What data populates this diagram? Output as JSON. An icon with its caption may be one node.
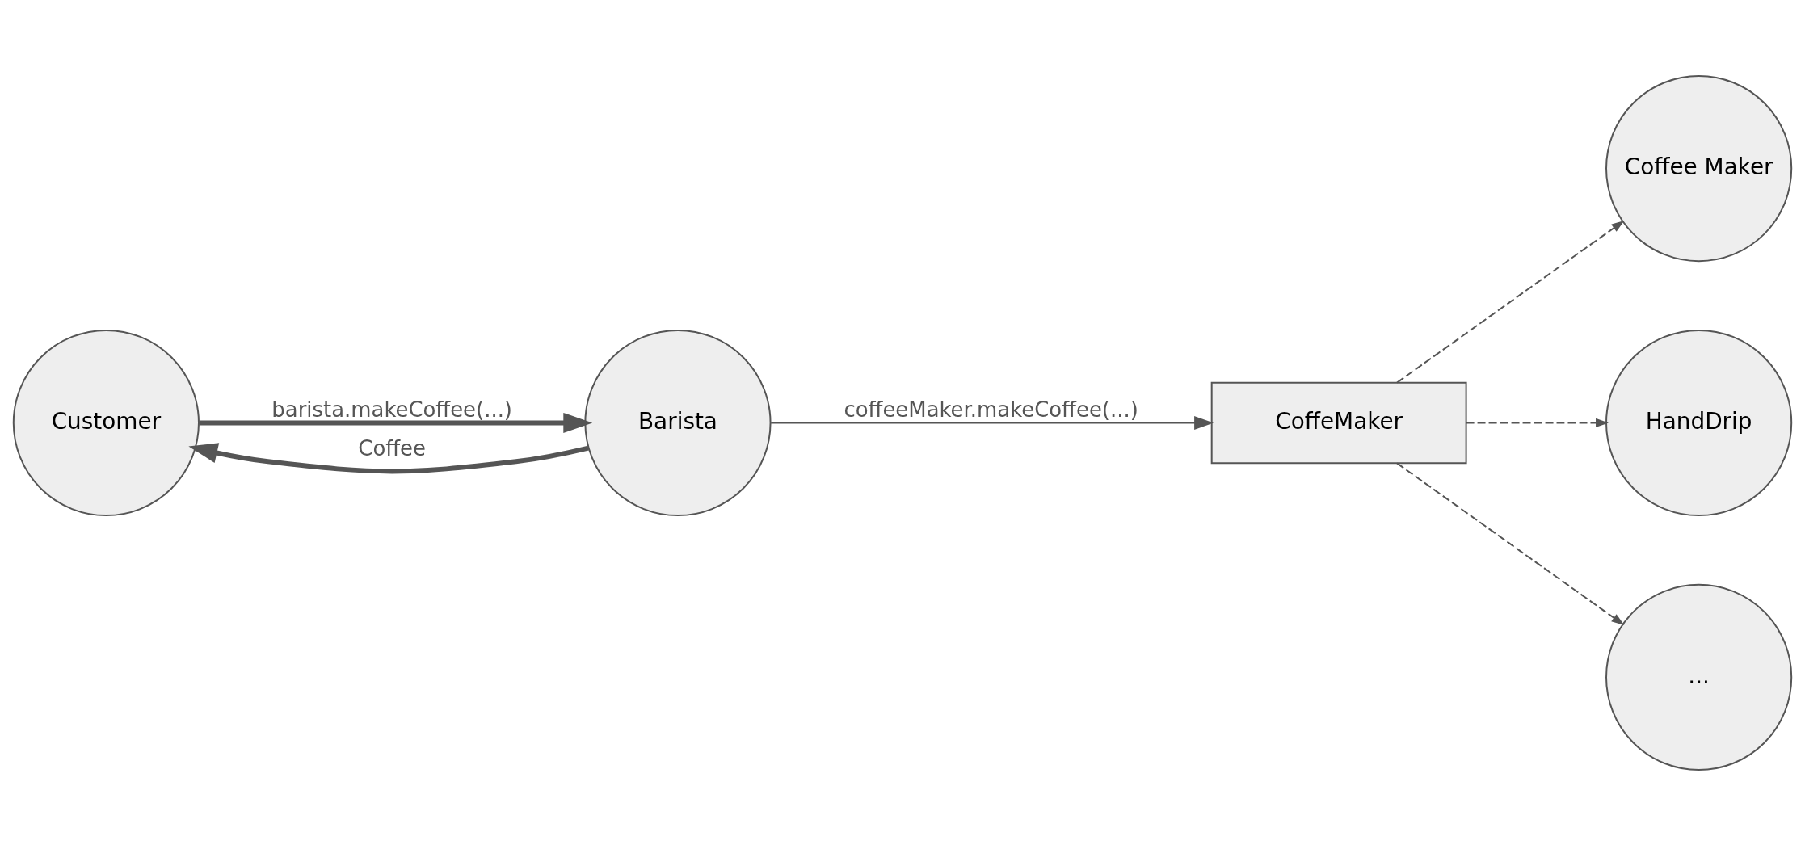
{
  "diagram": {
    "nodes": [
      {
        "text": [
          "Customer"
        ]
      },
      {
        "text": [
          "Barista"
        ]
      },
      {
        "text": [
          "CoffeMaker"
        ]
      },
      {
        "text": [
          "Coffee Maker"
        ]
      },
      {
        "text": [
          "HandDrip"
        ]
      },
      {
        "text": [
          "..."
        ]
      }
    ],
    "edges": [
      {
        "from": 0,
        "to": 1,
        "arrow": "to",
        "label": "barista.makeCoffee(...)",
        "style": "thick"
      },
      {
        "from": 1,
        "to": 0,
        "arrow": "to",
        "label": "Coffee",
        "style": "thick"
      },
      {
        "from": 1,
        "to": 2,
        "arrow": "to",
        "label": "coffeeMaker.makeCoffee(...)"
      },
      {
        "from": 2,
        "to": 3,
        "arrow": "to",
        "style": "dashed"
      },
      {
        "from": 2,
        "to": 4,
        "arrow": "to",
        "style": "dashed"
      },
      {
        "from": 2,
        "to": 5,
        "arrow": "to",
        "style": "dashed"
      }
    ]
  }
}
